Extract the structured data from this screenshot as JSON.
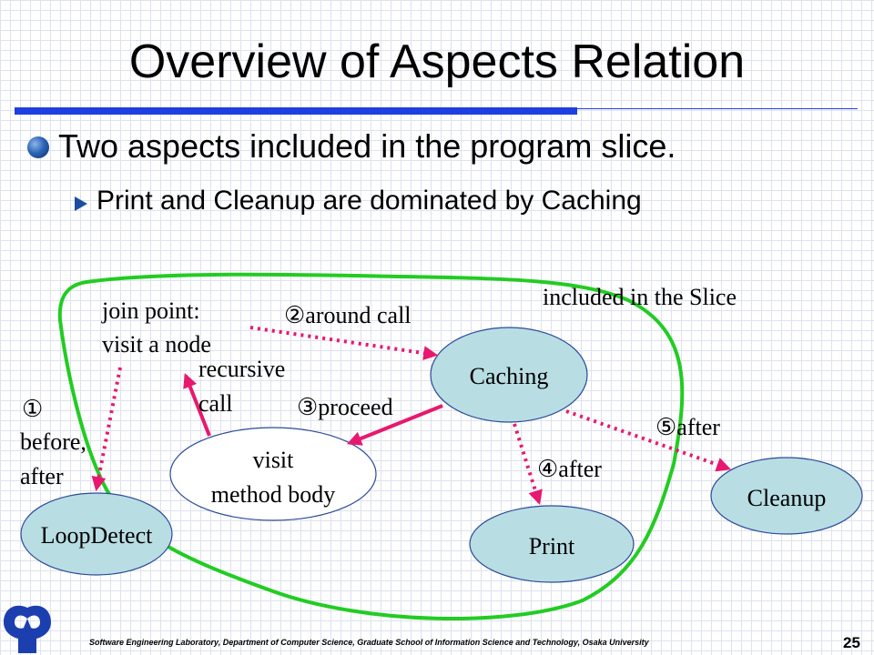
{
  "title": "Overview of Aspects Relation",
  "bullets": {
    "main": "Two aspects included in the program slice.",
    "sub": "Print and Cleanup are dominated by Caching"
  },
  "diagram": {
    "slice_label": "included in the Slice",
    "nodes": {
      "caching": "Caching",
      "visit_line1": "visit",
      "visit_line2": "method body",
      "loopdetect": "LoopDetect",
      "print": "Print",
      "cleanup": "Cleanup"
    },
    "labels": {
      "joinpoint_line1": "join point:",
      "joinpoint_line2": "visit a node",
      "around_call": "②around call",
      "recursive_line1": "recursive",
      "recursive_line2": "call",
      "proceed": "③proceed",
      "before_num": "①",
      "before_line1": "before,",
      "before_line2": "after",
      "after4": "④after",
      "after5": "⑤after"
    }
  },
  "colors": {
    "accent_blue": "#1f3fe0",
    "slice_outline": "#22cc22",
    "arrow_magenta": "#e8186e",
    "node_fill": "#b8dde3"
  },
  "footer": {
    "text": "Software Engineering Laboratory, Department of Computer Science, Graduate School of Information Science and Technology, Osaka University",
    "page_number": "25"
  }
}
